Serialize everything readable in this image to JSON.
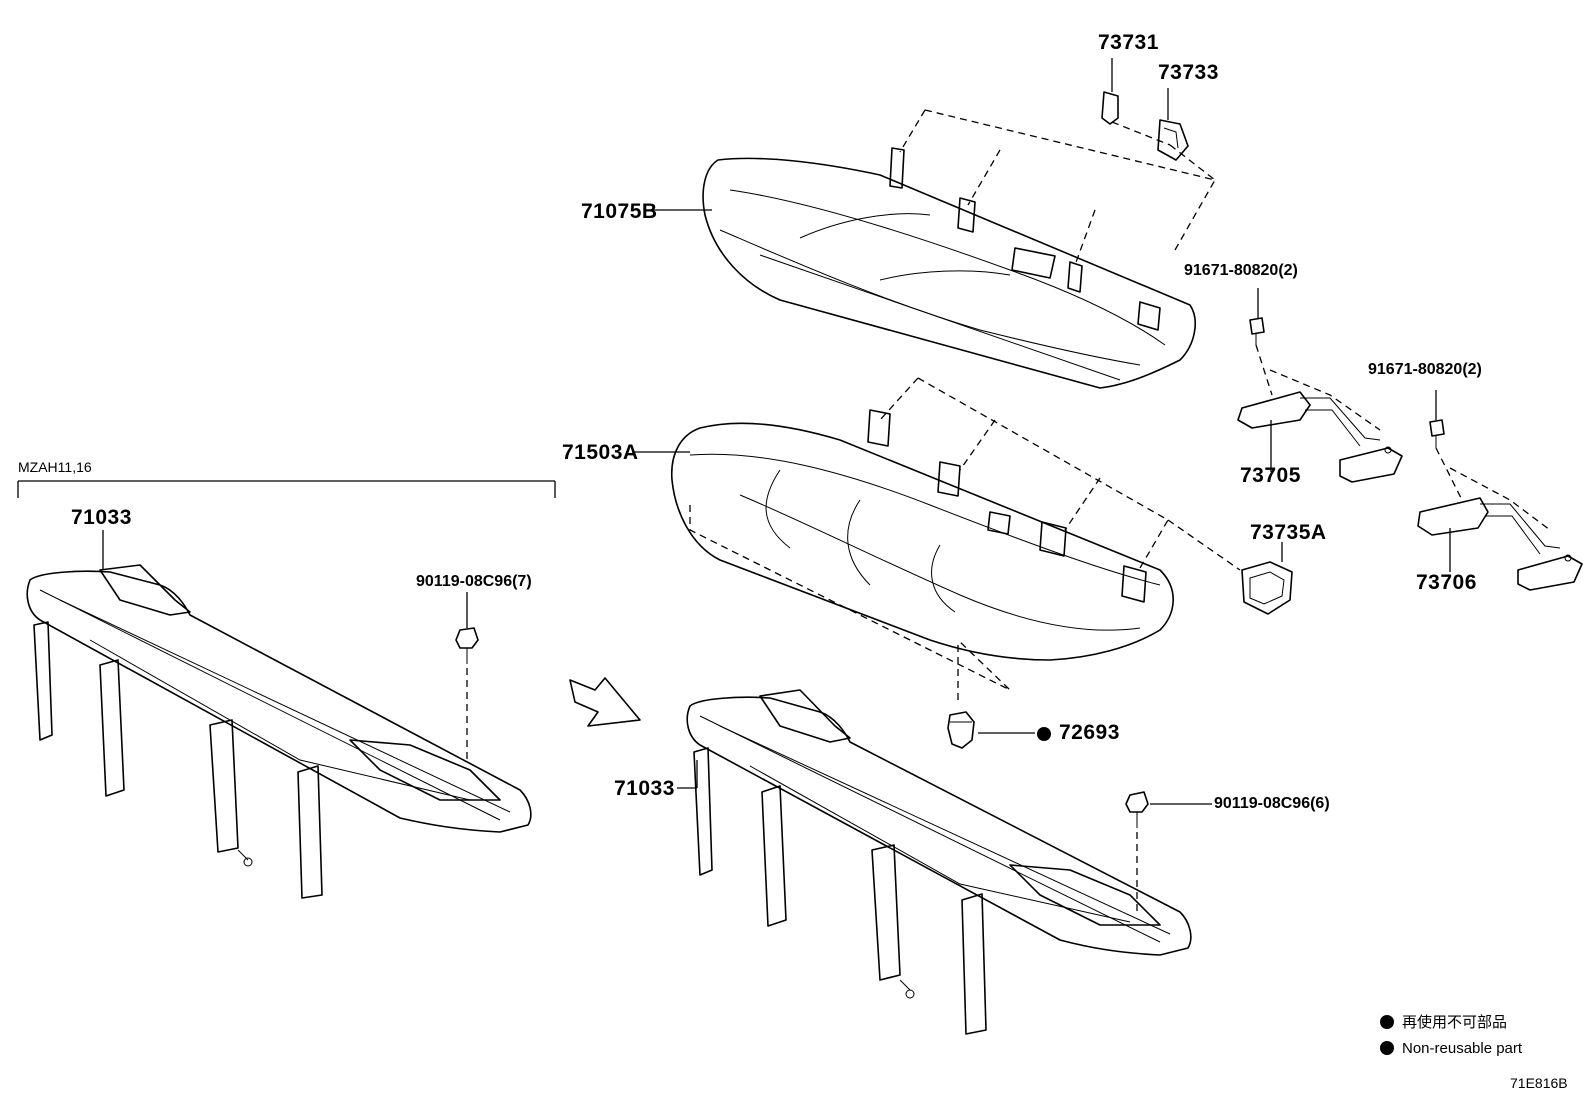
{
  "variant_label": "MZAH11,16",
  "parts": {
    "p73731": "73731",
    "p73733": "73733",
    "p71075B": "71075B",
    "p91671_a": "91671-80820(2)",
    "p91671_b": "91671-80820(2)",
    "p71503A": "71503A",
    "p73705": "73705",
    "p73735A": "73735A",
    "p73706": "73706",
    "p71033_left": "71033",
    "p90119_7": "90119-08C96(7)",
    "p72693": "72693",
    "p71033_right": "71033",
    "p90119_6": "90119-08C96(6)"
  },
  "legend": {
    "jp": "再使用不可部品",
    "en": "Non-reusable part"
  },
  "figure_code": "71E816B"
}
